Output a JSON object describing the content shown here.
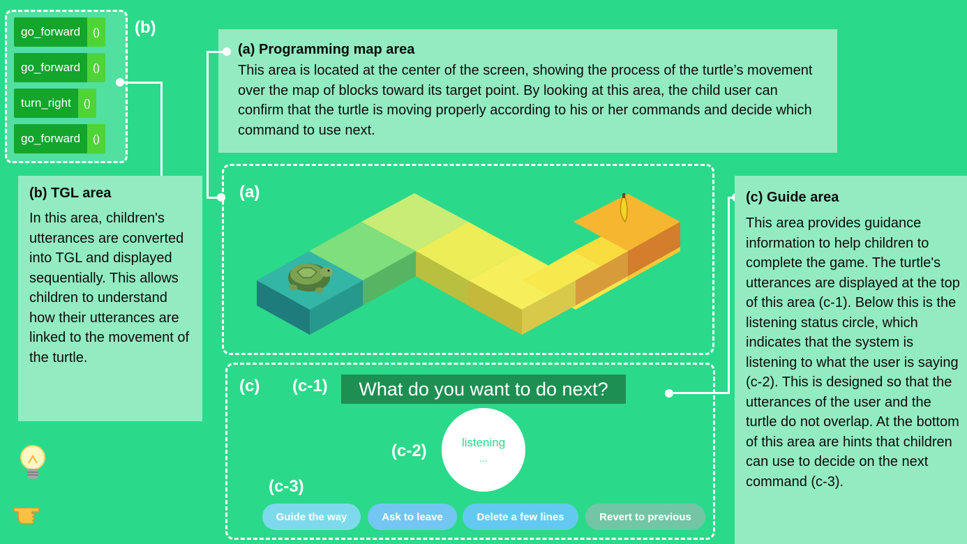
{
  "tgl": {
    "marker": "(b)",
    "blocks": [
      {
        "name": "go_forward",
        "args": "()"
      },
      {
        "name": "go_forward",
        "args": "()"
      },
      {
        "name": "turn_right",
        "args": "()"
      },
      {
        "name": "go_forward",
        "args": "()"
      }
    ]
  },
  "callouts": {
    "programming": {
      "title": "(a) Programming map area",
      "body": "This area is located at the center of the screen, showing the process of the turtle’s movement over the map of blocks toward its target point. By looking at this area, the child user can confirm that the turtle is moving properly according to his or her commands and decide which command to use next."
    },
    "tgl": {
      "title": "(b) TGL area",
      "body": "In this area, children's utterances are converted into TGL and displayed sequentially. This allows children to understand how their utterances are linked to the movement of the turtle."
    },
    "guide": {
      "title": "(c) Guide area",
      "body": "This area provides guidance information to help children to complete the game. The turtle's utterances are displayed at the top of this area (c-1). Below this is the listening status circle, which indicates that the system is listening to what the user is saying (c-2). This is designed so that the utterances of the user and the turtle do not overlap. At the bottom of this area are hints that children can use to decide on the next command (c-3)."
    }
  },
  "map_area": {
    "marker": "(a)"
  },
  "guide_area": {
    "marker": "(c)",
    "c1_label": "(c-1)",
    "question": "What do you want to do next?",
    "c2_label": "(c-2)",
    "listening_text": "listening",
    "listening_dots": "...",
    "c3_label": "(c-3)",
    "hints": [
      {
        "label": "Guide the way",
        "color": "#7fd9ec"
      },
      {
        "label": "Ask to leave",
        "color": "#74c6f2"
      },
      {
        "label": "Delete a few lines",
        "color": "#64c9f1"
      },
      {
        "label": "Revert to previous",
        "color": "#72c6a6"
      }
    ]
  },
  "side_icons": [
    "lightbulb-icon",
    "pointing-hand-icon"
  ],
  "colors": {
    "background": "#2bd98a",
    "panel": "#93ecc1",
    "question_bg": "#1d8f52"
  }
}
